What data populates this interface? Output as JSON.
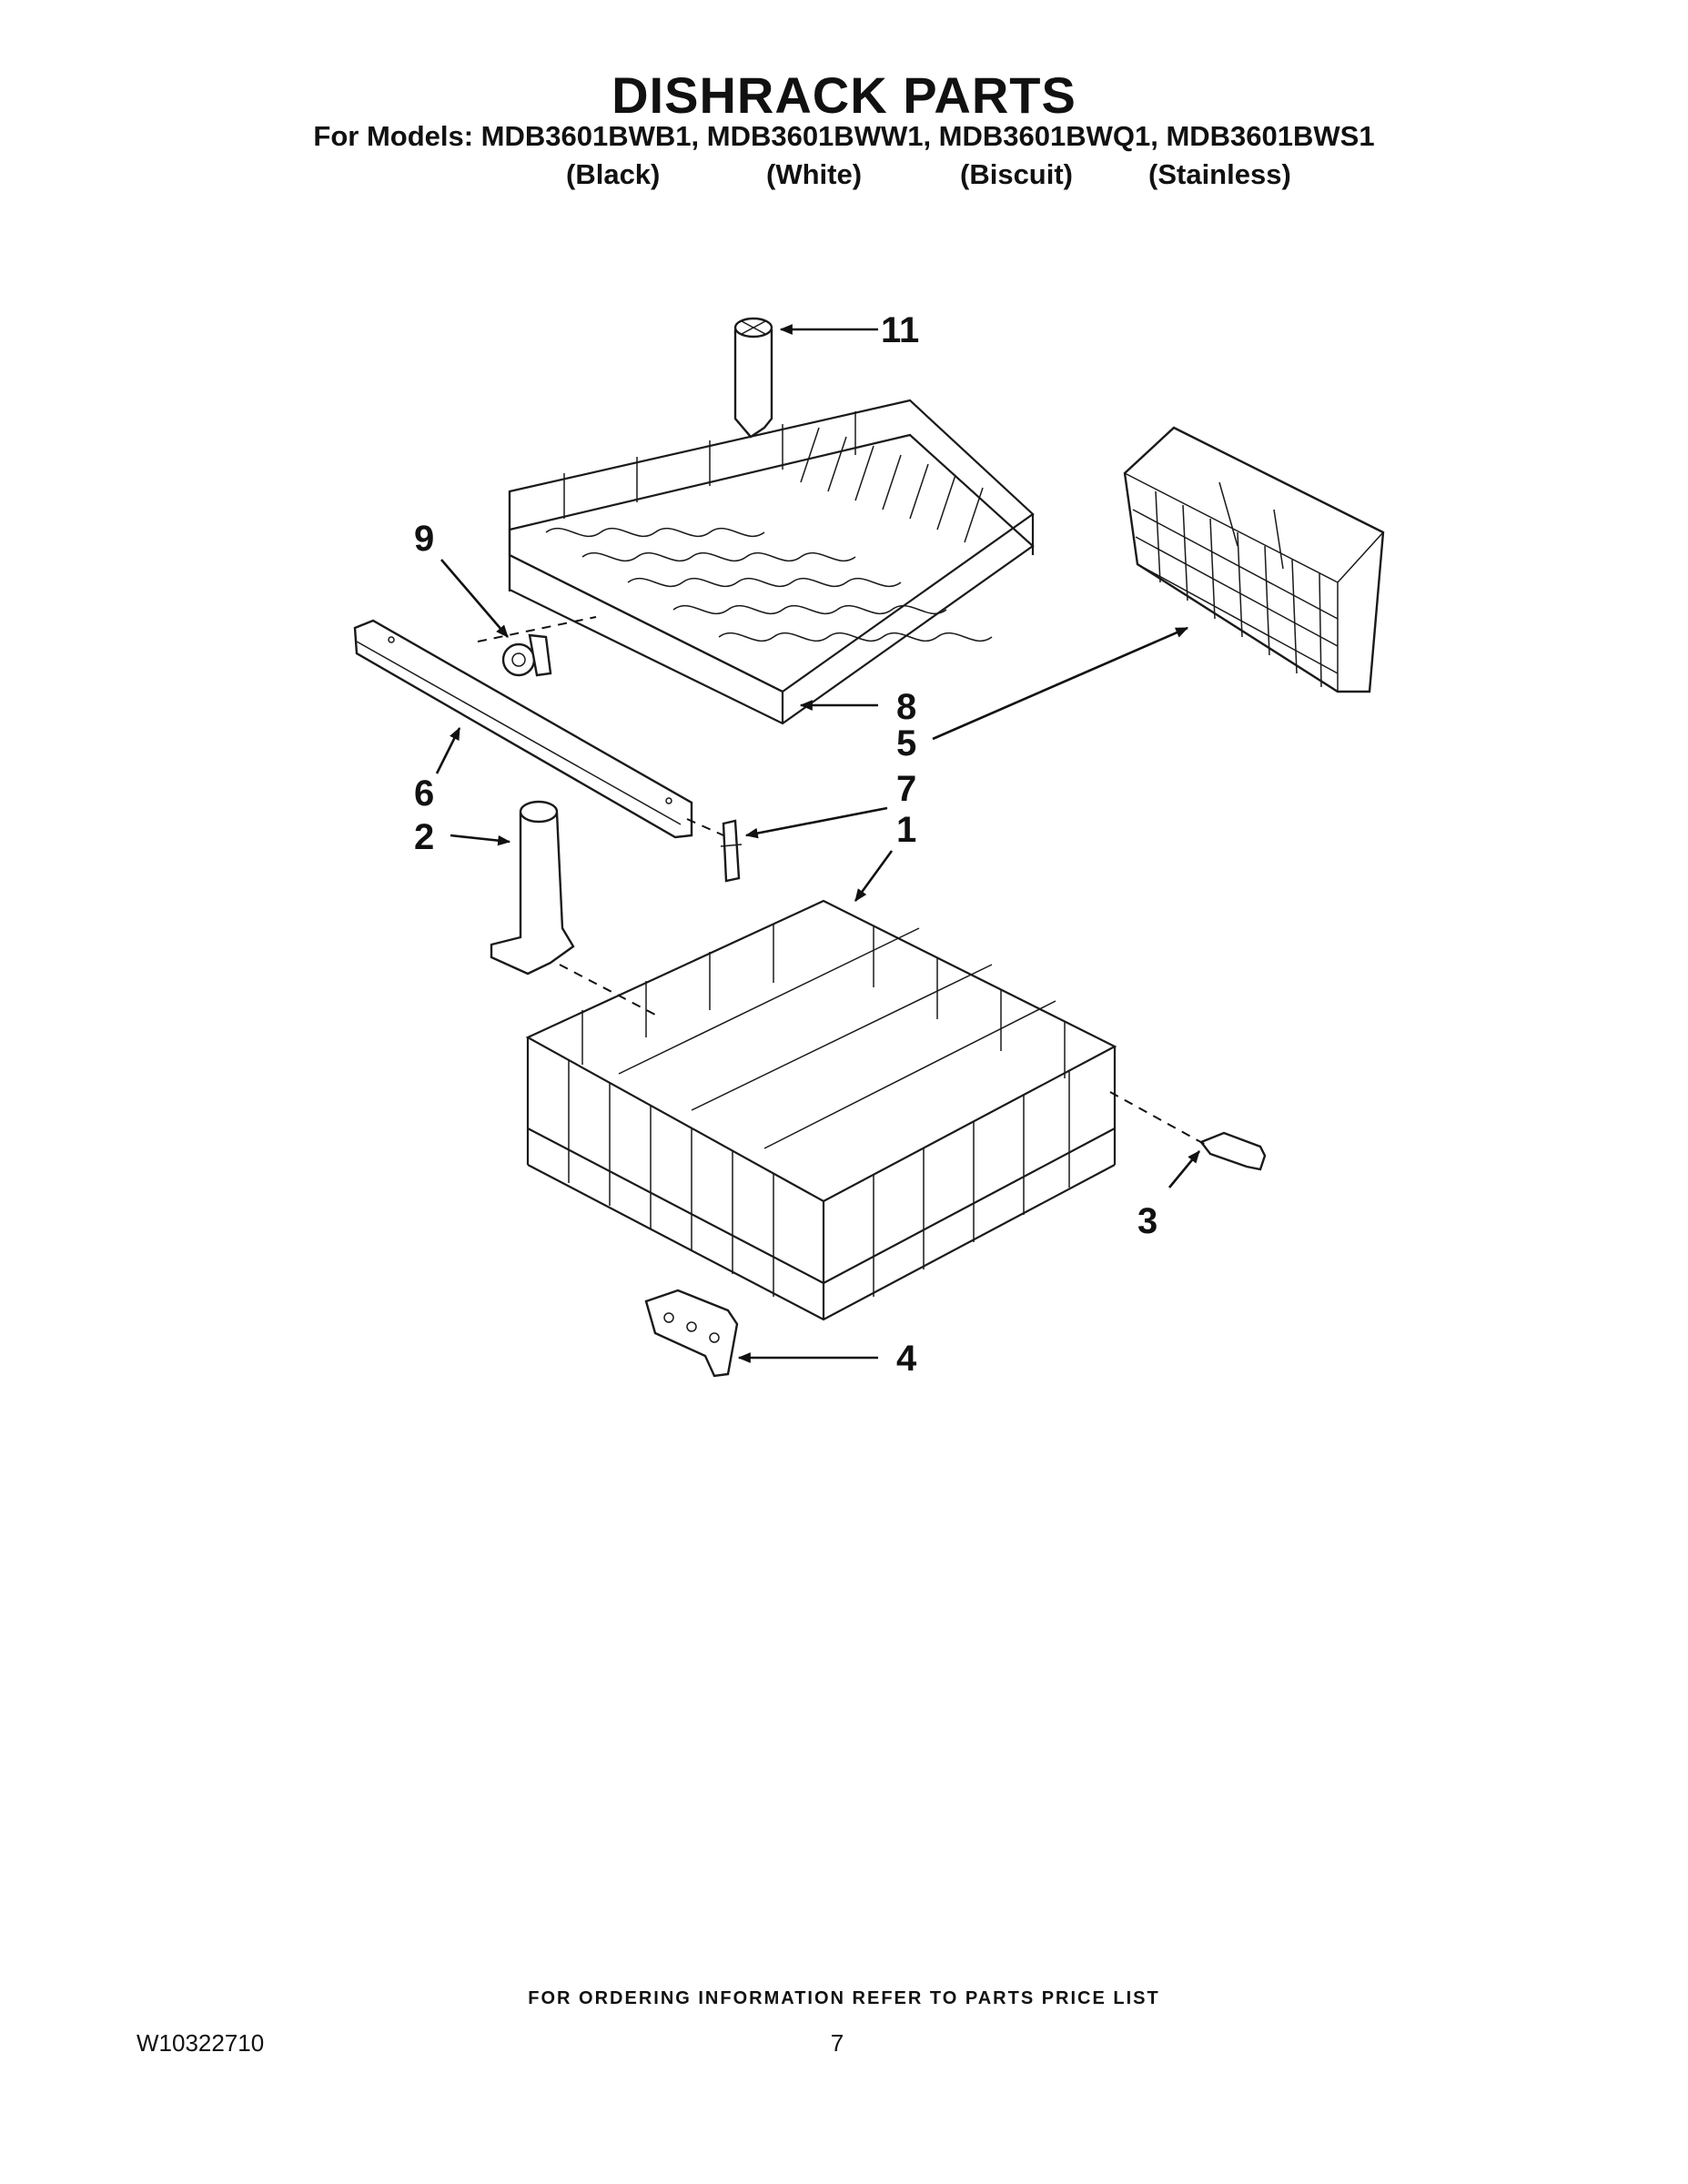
{
  "header": {
    "title": "DISHRACK PARTS",
    "models_line": "For Models: MDB3601BWB1, MDB3601BWW1, MDB3601BWQ1, MDB3601BWS1",
    "variants": [
      "(Black)",
      "(White)",
      "(Biscuit)",
      "(Stainless)"
    ]
  },
  "callouts": {
    "c1": "1",
    "c2": "2",
    "c3": "3",
    "c4": "4",
    "c5": "5",
    "c6": "6",
    "c7": "7",
    "c8": "8",
    "c9": "9",
    "c11": "11"
  },
  "footer": {
    "ordering_note": "FOR ORDERING INFORMATION REFER TO PARTS PRICE LIST",
    "doc_number": "W10322710",
    "page_number": "7"
  }
}
